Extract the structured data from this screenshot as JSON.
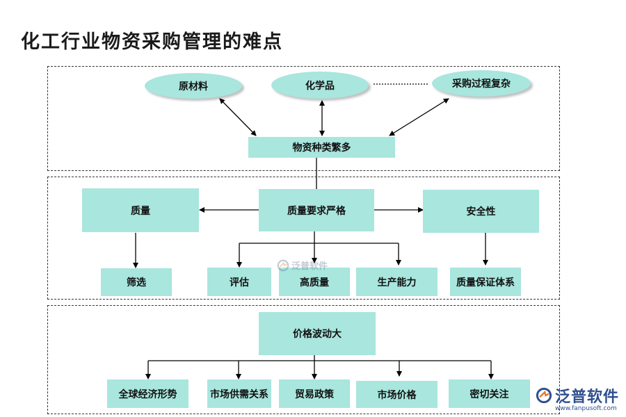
{
  "title": "化工行业物资采购管理的难点",
  "top": {
    "ellipses": [
      "原材料",
      "化学品",
      "采购过程复杂"
    ],
    "hub": "物资种类繁多"
  },
  "middle": {
    "quality": "质量",
    "hub": "质量要求严格",
    "safety": "安全性",
    "screening": "筛选",
    "evaluate": "评估",
    "high_quality": "高质量",
    "capacity": "生产能力",
    "qa_system": "质量保证体系"
  },
  "bottom": {
    "hub": "价格波动大",
    "items": [
      "全球经济形势",
      "市场供需关系",
      "贸易政策",
      "市场价格",
      "密切关注"
    ]
  },
  "watermark": {
    "brand": "泛普软件",
    "url": "www.fanpusoft.com"
  },
  "colors": {
    "box_fill": "#a8e6de",
    "logo_blue": "#2f4f8f",
    "logo_orange": "#e8782a"
  }
}
